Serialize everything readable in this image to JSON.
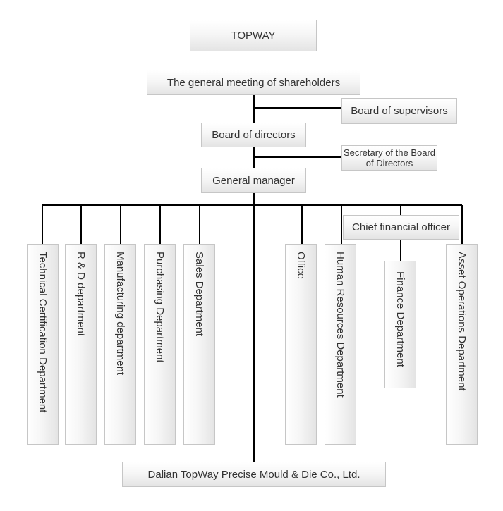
{
  "company": "TOPWAY",
  "shareholders": "The general meeting of shareholders",
  "supervisors": "Board of supervisors",
  "directors": "Board of directors",
  "secretary": "Secretary of the Board of Directors",
  "general_manager": "General manager",
  "cfo": "Chief financial officer",
  "departments": {
    "technical": "Technical Certification Department",
    "rnd": "R & D department",
    "manufacturing": "Manufacturing department",
    "purchasing": "Purchasing Department",
    "sales": "Sales Department",
    "office": "Office",
    "hr": "Human Resources Department",
    "finance": "Finance Department",
    "asset": "Asset Operations Department"
  },
  "footer": "Dalian TopWay Precise Mould & Die Co., Ltd.",
  "colors": {
    "line": "#000000",
    "border": "#c6c6c6",
    "text": "#333333"
  }
}
